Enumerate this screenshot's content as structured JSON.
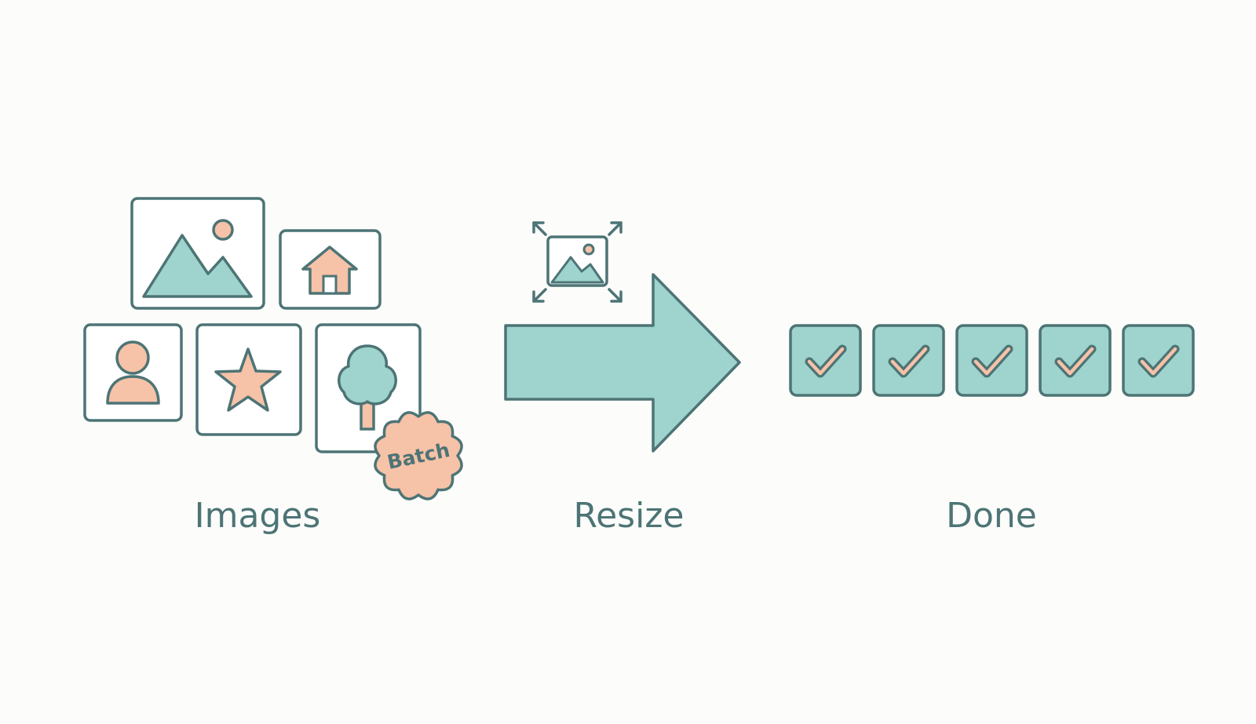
{
  "diagram": {
    "steps": [
      {
        "label": "Images"
      },
      {
        "label": "Resize"
      },
      {
        "label": "Done"
      }
    ],
    "badge": {
      "text": "Batch"
    },
    "completed_items": 5
  },
  "icons": {
    "frame_1": "landscape-icon",
    "frame_2": "house-icon",
    "frame_3": "person-icon",
    "frame_4": "star-icon",
    "frame_5": "tree-icon",
    "resize": "resize-image-icon",
    "flow": "arrow-right-icon",
    "done": "checkmark-icon"
  },
  "colors": {
    "background": "#fcfcfb",
    "stroke": "#4d7475",
    "teal_fill": "#9fd3cd",
    "peach_fill": "#f6c2a8",
    "frame_fill": "#ffffff",
    "label_text": "#4d7475"
  }
}
